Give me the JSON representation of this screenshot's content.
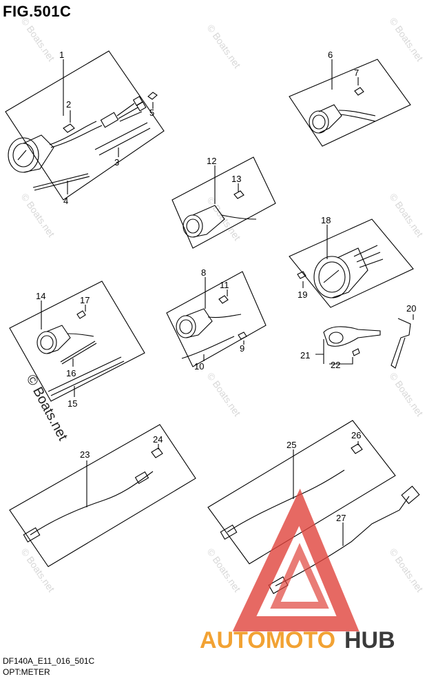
{
  "figure": {
    "title": "FIG.501C",
    "code": "DF140A_E11_016_501C",
    "name": "OPT:METER"
  },
  "callouts": [
    "1",
    "2",
    "3",
    "4",
    "5",
    "6",
    "7",
    "8",
    "9",
    "10",
    "11",
    "12",
    "13",
    "14",
    "15",
    "16",
    "17",
    "18",
    "19",
    "20",
    "21",
    "22",
    "23",
    "24",
    "25",
    "26",
    "27"
  ],
  "watermark": {
    "text": "© Boats.net",
    "brand_left": "AUTOMOTO",
    "brand_right": "HUB"
  },
  "colors": {
    "line": "#000000",
    "watermark": "#d8d8d8",
    "logo_red": "#e0443c",
    "brand_orange": "#f2a233",
    "brand_dark": "#3a3a3a"
  }
}
